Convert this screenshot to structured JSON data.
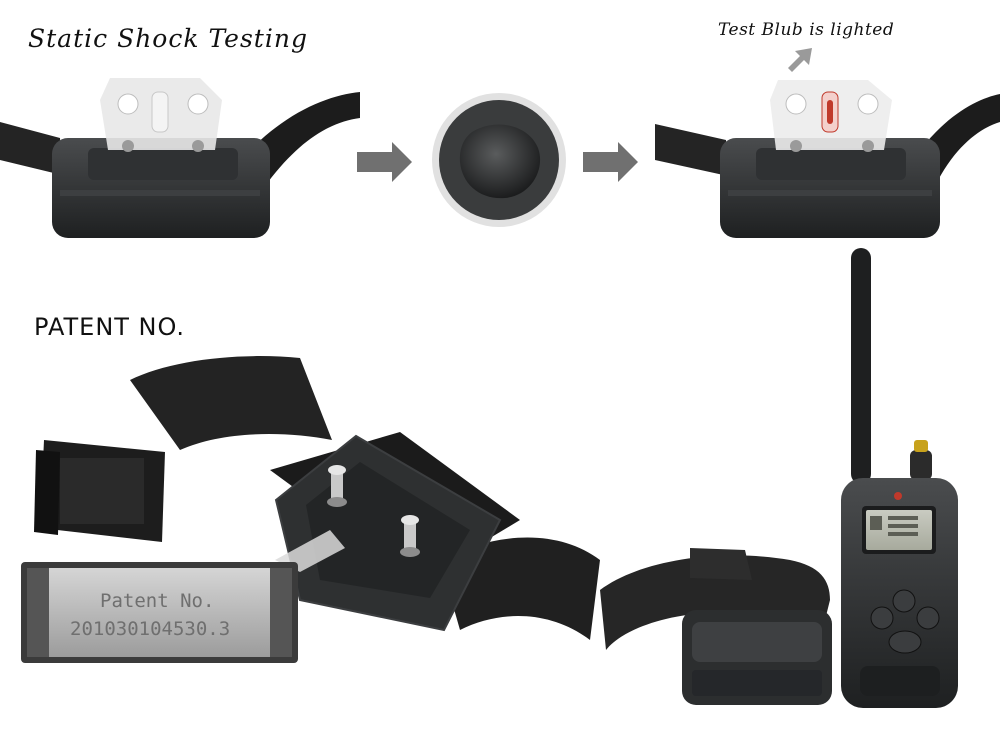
{
  "captions": {
    "static_title": "Static Shock Testing",
    "bulb_note": "Test Blub is lighted",
    "patent_title": "PATENT NO."
  },
  "patent_label": {
    "line1": "Patent No.",
    "line2": "201030104530.3"
  },
  "icons": {
    "step_arrow": "right-arrow-icon",
    "pointer_arrow": "up-right-arrow-icon"
  },
  "colors": {
    "device_body": "#2b2d2e",
    "strap": "#1f1f1f",
    "arrow": "#707070",
    "bulb_lit": "#c0392b"
  }
}
